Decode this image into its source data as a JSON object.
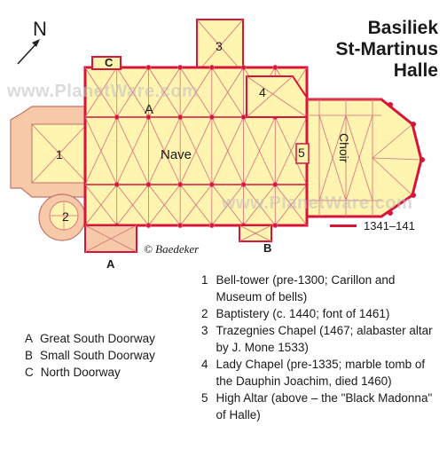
{
  "map": {
    "title_lines": [
      "Basiliek",
      "St-Martinus",
      "Halle"
    ],
    "north_label": "N",
    "copyright": "© Baedeker",
    "watermark_text": "www.PlanetWare.com",
    "plan_labels": {
      "nave": "Nave",
      "choir": "Choir",
      "aisle_a": "A",
      "door_a": "A",
      "door_b": "B",
      "door_c": "C",
      "n1": "1",
      "n2": "2",
      "n3": "3",
      "n4": "4",
      "n5": "5"
    },
    "date_legend": {
      "label": "1341–141",
      "color": "#d9143a"
    },
    "doorways": [
      {
        "key": "A",
        "label": "Great South Doorway"
      },
      {
        "key": "B",
        "label": "Small South Doorway"
      },
      {
        "key": "C",
        "label": "North Doorway"
      }
    ],
    "features": [
      {
        "num": "1",
        "text": "Bell-tower (pre-1300; Carillon and Museum of bells)"
      },
      {
        "num": "2",
        "text": "Baptistery (c. 1440; font of 1461)"
      },
      {
        "num": "3",
        "text": "Trazegnies Chapel (1467; alabaster altar by J. Mone 1533)"
      },
      {
        "num": "4",
        "text": "Lady Chapel (pre-1335; marble tomb of the Dauphin Joachim, died 1460)"
      },
      {
        "num": "5",
        "text": "High Altar (above – the \"Black Madonna\" of Halle)"
      }
    ],
    "colors": {
      "plan_fill": "#fff4b0",
      "tower_fill": "#f6c9a8",
      "wall": "#d9143a",
      "rib": "#d96a7a"
    }
  }
}
